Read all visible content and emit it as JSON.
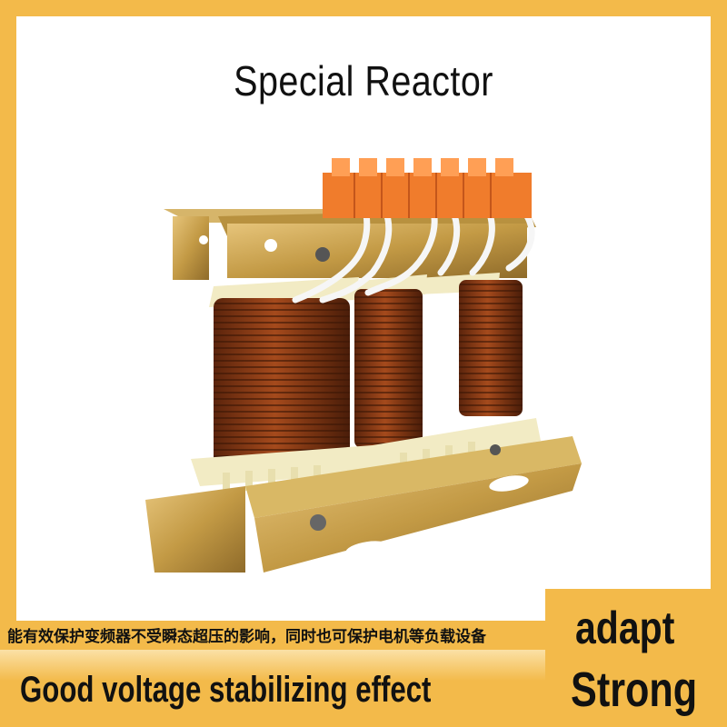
{
  "title": "Special Reactor",
  "note_cn": "能有效保护变频器不受瞬态超压的影响，同时也可保护电机等负载设备",
  "slogan": "Good voltage stabilizing effect",
  "badge": {
    "line1": "adapt",
    "line2": "Strong"
  },
  "colors": {
    "accent": "#f3ba4a",
    "copper": "#8a3b16",
    "terminal": "#f07c2c",
    "bracket": "#c9a24a"
  }
}
